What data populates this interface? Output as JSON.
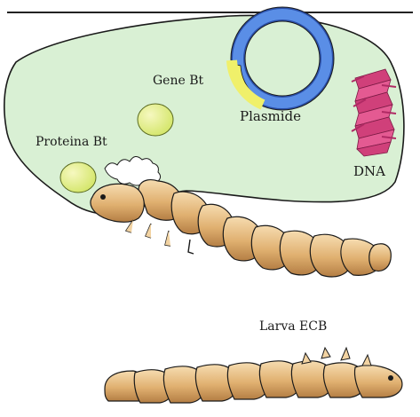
{
  "labels": {
    "gene": "Gene Bt",
    "plasmid": "Plasmide",
    "protein": "Proteina Bt",
    "dna": "DNA",
    "larva": "Larva ECB"
  },
  "colors": {
    "cell_fill": "#d9f0d4",
    "outline": "#1a1a1a",
    "plasmid_blue": "#4f86e0",
    "plasmid_ring_dark": "#2a4fa8",
    "gene_yellow": "#f0f06a",
    "protein_fill": "#e8f088",
    "dna_pink": "#d0407a",
    "larva_light": "#f2d3a2",
    "larva_mid": "#dcae70",
    "larva_dark": "#b07c42"
  }
}
